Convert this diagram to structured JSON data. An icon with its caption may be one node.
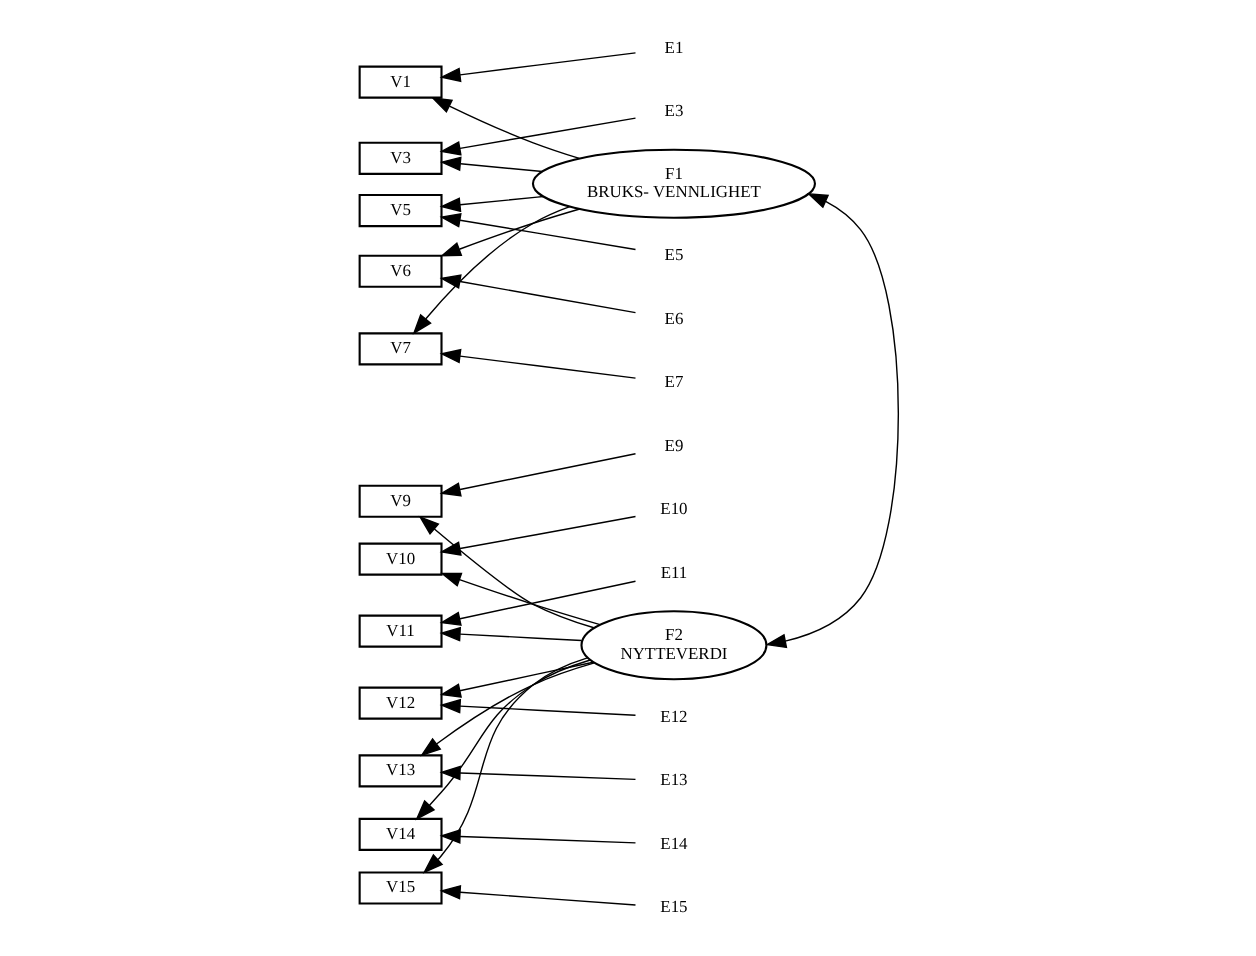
{
  "diagram": {
    "nodes": [
      {
        "text": [
          "E1"
        ]
      },
      {
        "text": [
          "E3"
        ]
      },
      {
        "text": [
          "E5"
        ]
      },
      {
        "text": [
          "E6"
        ]
      },
      {
        "text": [
          "E7"
        ]
      },
      {
        "text": [
          "E9"
        ]
      },
      {
        "text": [
          "E10"
        ]
      },
      {
        "text": [
          "E11"
        ]
      },
      {
        "text": [
          "E12"
        ]
      },
      {
        "text": [
          "E13"
        ]
      },
      {
        "text": [
          "E14"
        ]
      },
      {
        "text": [
          "E15"
        ]
      },
      {
        "text": [
          "V1"
        ]
      },
      {
        "text": [
          "V3"
        ]
      },
      {
        "text": [
          "V5"
        ]
      },
      {
        "text": [
          "V6"
        ]
      },
      {
        "text": [
          "V7"
        ]
      },
      {
        "text": [
          "V9"
        ]
      },
      {
        "text": [
          "V10"
        ]
      },
      {
        "text": [
          "V11"
        ]
      },
      {
        "text": [
          "V12"
        ]
      },
      {
        "text": [
          "V13"
        ]
      },
      {
        "text": [
          "V14"
        ]
      },
      {
        "text": [
          "V15"
        ]
      },
      {
        "text": [
          "F1",
          "BRUKS- VENNLIGHET"
        ]
      },
      {
        "text": [
          "F2",
          "NYTTEVERDI"
        ]
      }
    ],
    "edges": [
      {
        "from": 0,
        "to": 12,
        "arrow": "to"
      },
      {
        "from": 1,
        "to": 13,
        "arrow": "to"
      },
      {
        "from": 2,
        "to": 14,
        "arrow": "to"
      },
      {
        "from": 3,
        "to": 15,
        "arrow": "to"
      },
      {
        "from": 4,
        "to": 16,
        "arrow": "to"
      },
      {
        "from": 5,
        "to": 17,
        "arrow": "to"
      },
      {
        "from": 6,
        "to": 18,
        "arrow": "to"
      },
      {
        "from": 7,
        "to": 19,
        "arrow": "to"
      },
      {
        "from": 8,
        "to": 20,
        "arrow": "to"
      },
      {
        "from": 9,
        "to": 21,
        "arrow": "to"
      },
      {
        "from": 10,
        "to": 22,
        "arrow": "to"
      },
      {
        "from": 11,
        "to": 23,
        "arrow": "to"
      },
      {
        "from": 24,
        "to": 12,
        "arrow": "to"
      },
      {
        "from": 24,
        "to": 13,
        "arrow": "to"
      },
      {
        "from": 24,
        "to": 14,
        "arrow": "to"
      },
      {
        "from": 24,
        "to": 15,
        "arrow": "to"
      },
      {
        "from": 24,
        "to": 16,
        "arrow": "to"
      },
      {
        "from": 25,
        "to": 17,
        "arrow": "to"
      },
      {
        "from": 25,
        "to": 18,
        "arrow": "to"
      },
      {
        "from": 25,
        "to": 19,
        "arrow": "to"
      },
      {
        "from": 25,
        "to": 20,
        "arrow": "to"
      },
      {
        "from": 25,
        "to": 21,
        "arrow": "to"
      },
      {
        "from": 25,
        "to": 22,
        "arrow": "to"
      },
      {
        "from": 25,
        "to": 23,
        "arrow": "to"
      },
      {
        "from": 24,
        "to": 25,
        "arrow": "both"
      }
    ]
  }
}
